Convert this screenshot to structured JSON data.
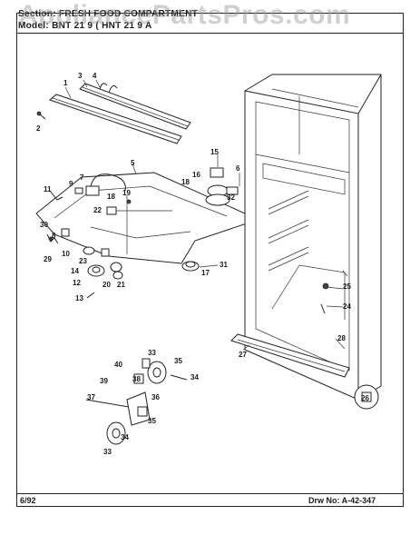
{
  "header": {
    "section_line": "Section:  FRESH FOOD COMPARTMENT",
    "model_line": "Model:  BNT  21 9  (  HNT 21 9 A"
  },
  "watermark": "AppliancePartsPros.com",
  "footer": {
    "date": "6/92",
    "drawing_number": "Drw No:  A-42-347"
  },
  "part_labels": {
    "p1": "1",
    "p2": "2",
    "p3": "3",
    "p4": "4",
    "p5": "5",
    "p6": "6",
    "p7": "7",
    "p8": "8",
    "p9": "9",
    "p10": "10",
    "p11": "11",
    "p12": "12",
    "p13": "13",
    "p14": "14",
    "p15": "15",
    "p16": "16",
    "p17": "17",
    "p18a": "18",
    "p18b": "18",
    "p19": "19",
    "p20": "20",
    "p21": "21",
    "p22": "22",
    "p23": "23",
    "p24": "24",
    "p25": "25",
    "p26": "26",
    "p27": "27",
    "p28": "28",
    "p29": "29",
    "p30": "30",
    "p31": "31",
    "p32": "32",
    "p33a": "33",
    "p33b": "33",
    "p34a": "34",
    "p34b": "34",
    "p35a": "35",
    "p35b": "35",
    "p36": "36",
    "p37": "37",
    "p38": "38",
    "p39": "39",
    "p40": "40"
  }
}
